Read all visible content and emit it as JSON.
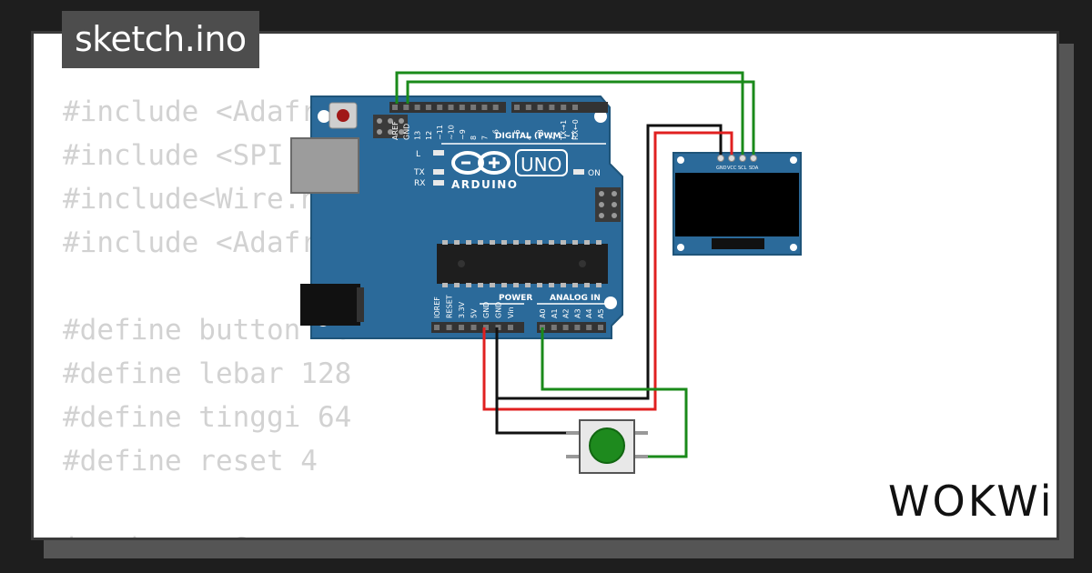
{
  "tab": {
    "filename": "sketch.ino"
  },
  "code_lines": [
    "#include <Adafruit_GFX.h>",
    "#include <SPI.h>",
    "#include<Wire.h>",
    "#include <Adafruit_SSD1306.h>",
    "",
    "#define button A0",
    "#define lebar 128",
    "#define tinggi 64",
    "#define reset 4",
    "",
    "int buttonState"
  ],
  "board": {
    "logo_text": "ARDUINO",
    "model": "UNO",
    "digital_label": "DIGITAL (PWM ~)",
    "power_label": "POWER",
    "analog_label": "ANALOG IN",
    "led_l": "L",
    "led_tx": "TX",
    "led_rx": "RX",
    "led_on": "ON",
    "top_pins": [
      "AREF",
      "GND",
      "13",
      "12",
      "~11",
      "~10",
      "~9",
      "8",
      "7",
      "~6",
      "~5",
      "4",
      "~3",
      "2",
      "TX→1",
      "RX←0"
    ],
    "power_pins": [
      "IOREF",
      "RESET",
      "3.3V",
      "5V",
      "GND",
      "GND",
      "Vin"
    ],
    "analog_pins": [
      "A0",
      "A1",
      "A2",
      "A3",
      "A4",
      "A5"
    ]
  },
  "oled": {
    "pins": [
      "GND",
      "VCC",
      "SCL",
      "SDA"
    ]
  },
  "branding": {
    "logo": "WOKWi"
  },
  "colors": {
    "board": "#2b6a9a",
    "wire_green": "#1a8a1a",
    "wire_red": "#e02020",
    "wire_black": "#111111",
    "button_cap": "#1e8a1e"
  }
}
